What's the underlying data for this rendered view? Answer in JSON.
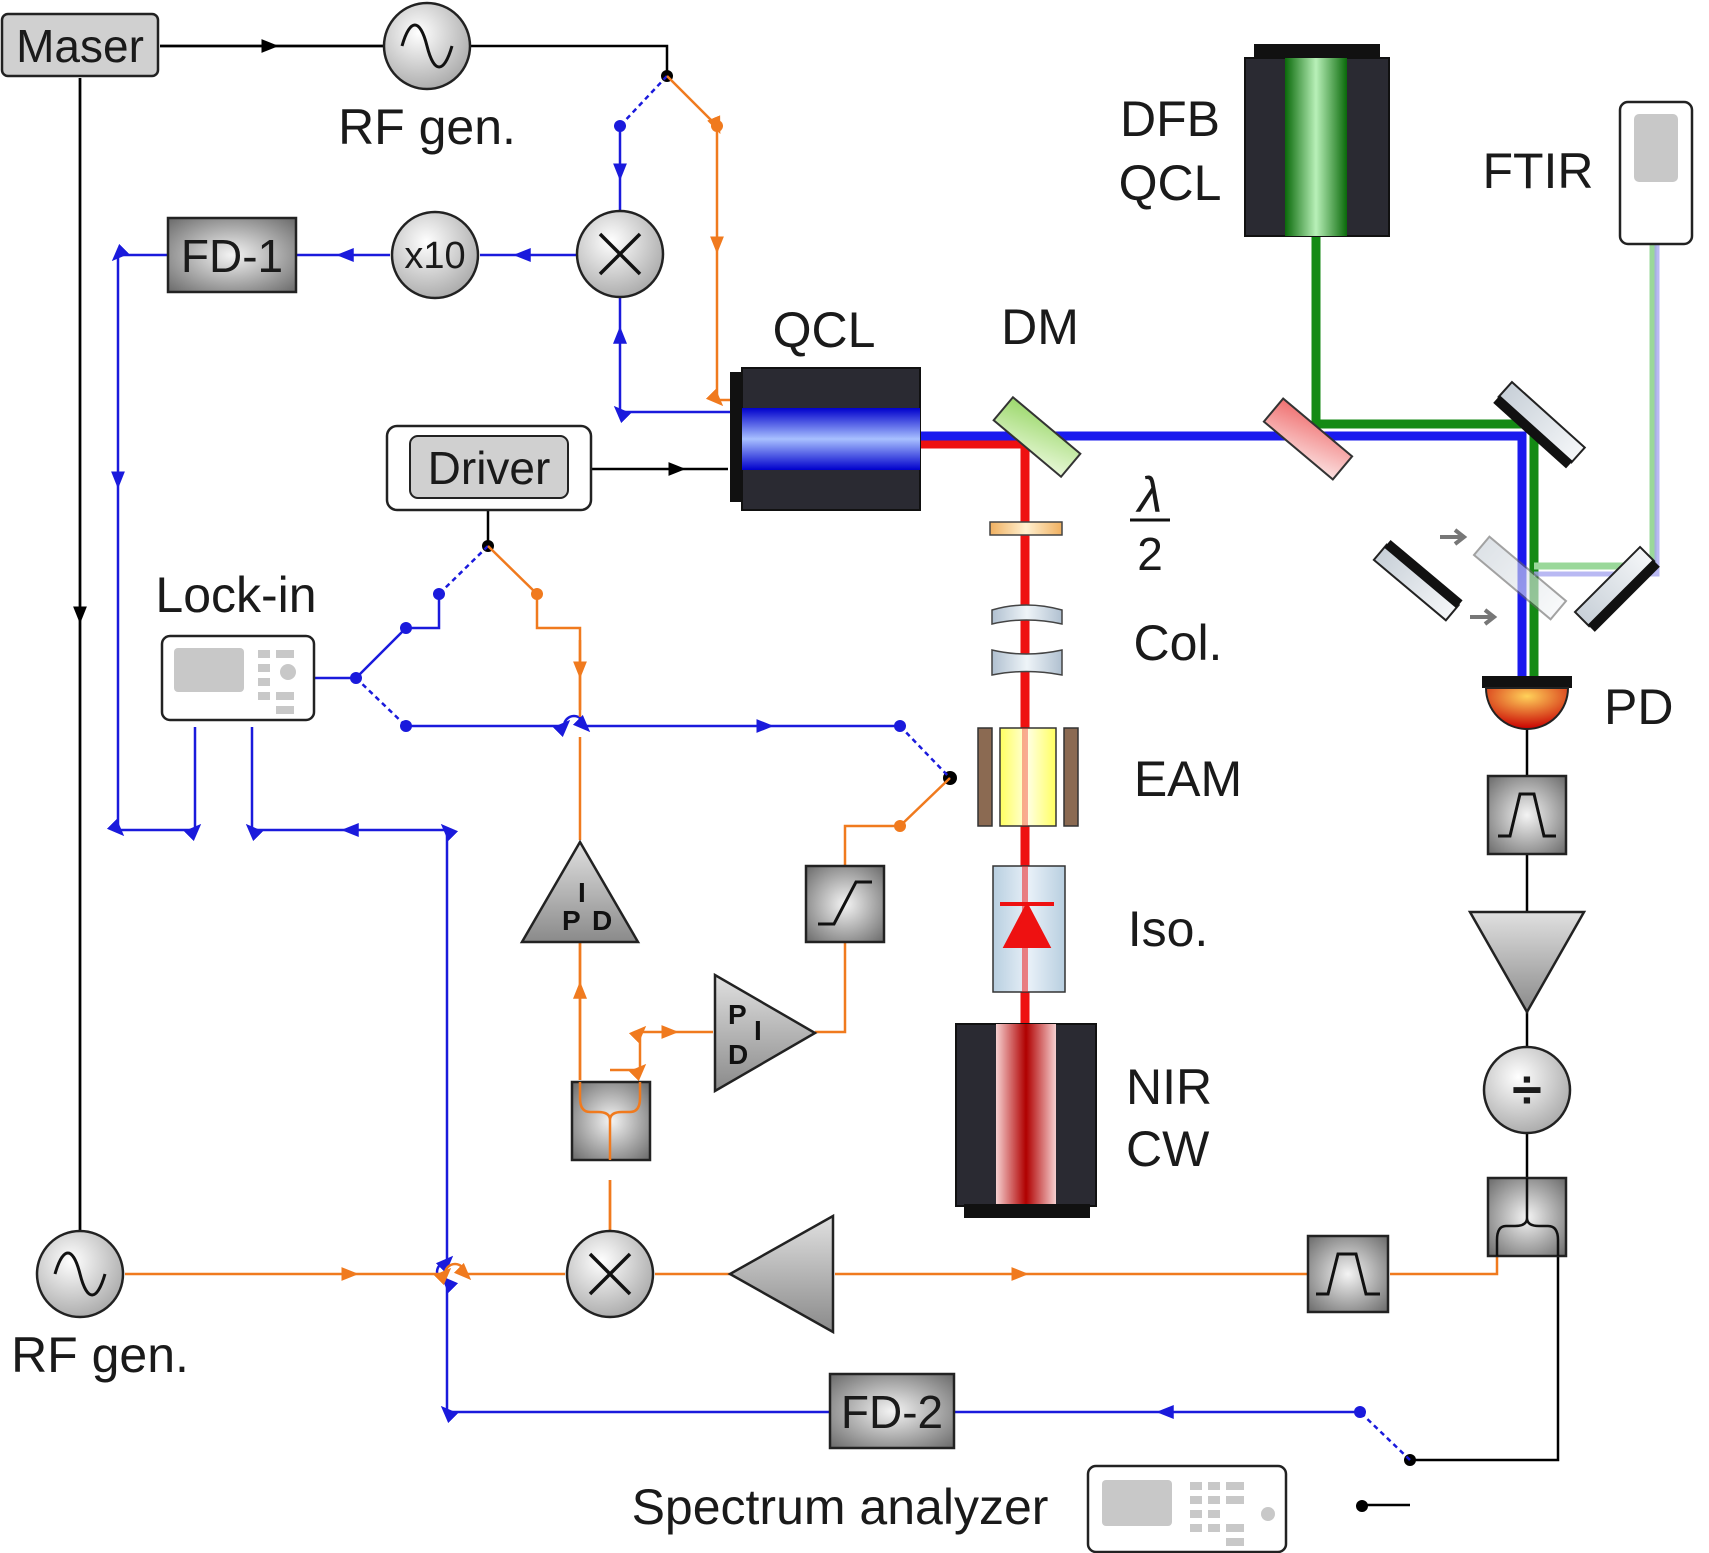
{
  "labels": {
    "maser": "Maser",
    "rf_gen_top": "RF gen.",
    "rf_gen_bottom": "RF gen.",
    "fd1": "FD-1",
    "x10": "x10",
    "driver": "Driver",
    "lockin": "Lock-in",
    "qcl": "QCL",
    "dm": "DM",
    "dfb_line1": "DFB",
    "dfb_line2": "QCL",
    "ftir": "FTIR",
    "lambda_num": "λ",
    "lambda_den": "2",
    "col": "Col.",
    "eam": "EAM",
    "iso": "Iso.",
    "nir_line1": "NIR",
    "nir_line2": "CW",
    "pd": "PD",
    "fd2": "FD-2",
    "spectrum_analyzer": "Spectrum analyzer",
    "pid_top_p": "P",
    "pid_top_i": "I",
    "pid_top_d": "D",
    "pid_right_p": "P",
    "pid_right_i": "I",
    "pid_right_d": "D",
    "divide_symbol": "÷"
  },
  "colors": {
    "blue_signal": "#1a1adc",
    "orange_signal": "#f07a1e",
    "red_beam": "#ee1111",
    "blue_beam": "#1a1aee",
    "green_beam": "#148a14",
    "black_signal": "#000000"
  }
}
